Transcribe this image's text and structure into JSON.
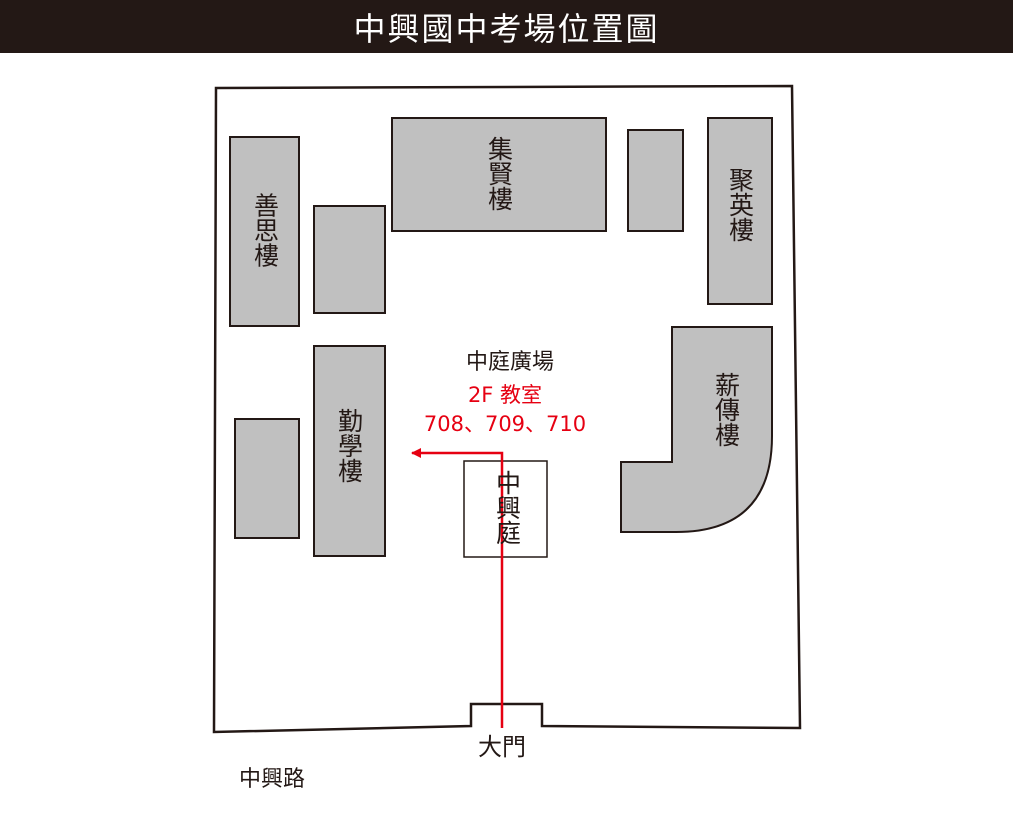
{
  "header": {
    "title": "中興國中考場位置圖"
  },
  "colors": {
    "header_bg": "#231815",
    "header_text": "#ffffff",
    "building_fill": "#c0c0c0",
    "outline": "#231815",
    "route": "#e60012"
  },
  "buildings": {
    "shansi": "善思樓",
    "jixian": "集賢樓",
    "juying": "聚英樓",
    "qinxue": "勤學樓",
    "xinchuan": "薪傳樓"
  },
  "courtyard_box": "中興庭",
  "plaza_label": "中庭廣場",
  "destination": {
    "floor_room": "2F 教室",
    "rooms": "708、709、710"
  },
  "gate_label": "大門",
  "road_label": "中興路"
}
